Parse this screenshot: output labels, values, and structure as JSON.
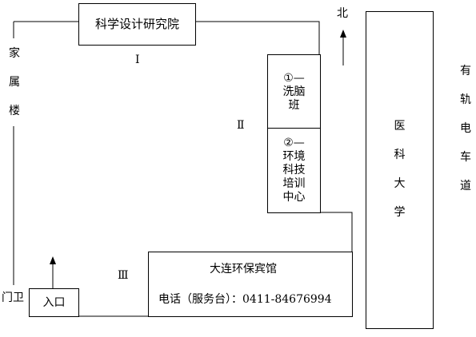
{
  "buildings": {
    "research_institute": "科学设计研究院",
    "washing_class": "①—\n洗脑\n班",
    "training_center": "②—\n环境\n科技\n培训\n中心",
    "hotel_name": "大连环保宾馆",
    "hotel_phone": "电话（服务台）：0411-84676994",
    "entrance": "入口"
  },
  "labels": {
    "north": "北",
    "family_building": [
      "家",
      "属",
      "楼"
    ],
    "medical_university": [
      "医",
      "科",
      "大",
      "学"
    ],
    "tram_road": [
      "有",
      "轨",
      "电",
      "车",
      "道"
    ],
    "gate_guard": "门卫",
    "route_1": "Ⅰ",
    "route_2": "Ⅱ",
    "route_3": "Ⅲ"
  }
}
